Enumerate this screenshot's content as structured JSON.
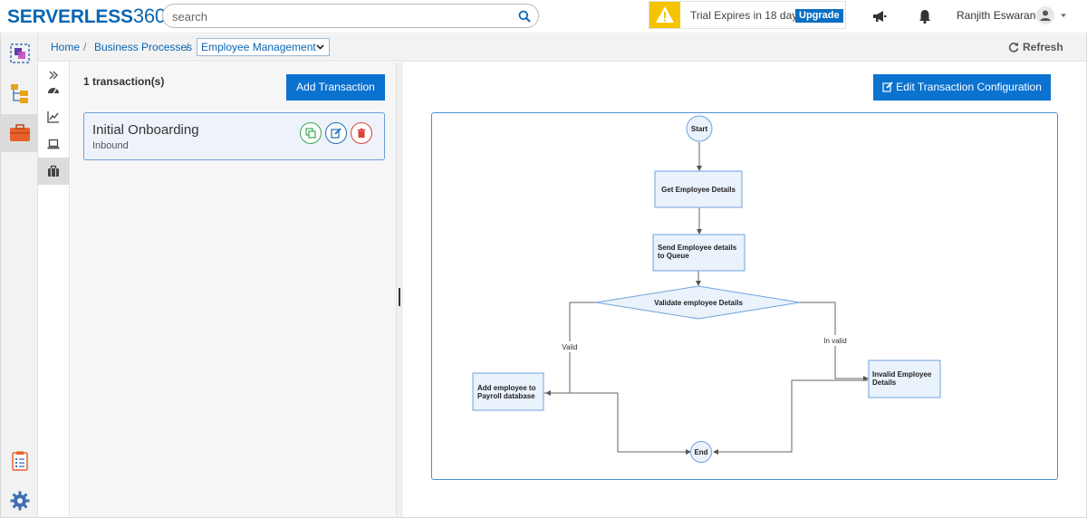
{
  "header": {
    "logo_text": "SERVERLESS",
    "logo_number": "360",
    "search_placeholder": "search",
    "trial_text": "Trial Expires in 18 days",
    "upgrade_label": "Upgrade",
    "user_name": "Ranjith Eswaran"
  },
  "breadcrumb": {
    "home": "Home",
    "sep1": "/",
    "business_processes": "Business Processes",
    "sep2": "/",
    "current": "Employee Management",
    "refresh_label": "Refresh"
  },
  "left_panel": {
    "transaction_count": "1 transaction(s)",
    "add_button": "Add Transaction",
    "transactions": [
      {
        "title": "Initial Onboarding",
        "subtitle": "Inbound"
      }
    ]
  },
  "right_panel": {
    "edit_button": "Edit Transaction Configuration"
  },
  "flow": {
    "start": "Start",
    "get_details": "Get Employee Details",
    "send_line1": "Send Employee details",
    "send_line2": "to Queue",
    "validate": "Validate employee Details",
    "valid_label": "Valid",
    "invalid_label": "In valid",
    "add_line1": "Add employee to",
    "add_line2": "Payroll database",
    "invalid_line1": "Invalid Employee",
    "invalid_line2": "Details",
    "end": "End"
  },
  "colors": {
    "brand_blue": "#0a66b3",
    "button_blue": "#0a72cf",
    "warning_yellow": "#f5c400",
    "node_fill": "#eaf2fc",
    "node_stroke": "#6fa3dc",
    "copy_green": "#3aa856",
    "edit_blue": "#1f6fb5",
    "delete_red": "#d9413a"
  }
}
